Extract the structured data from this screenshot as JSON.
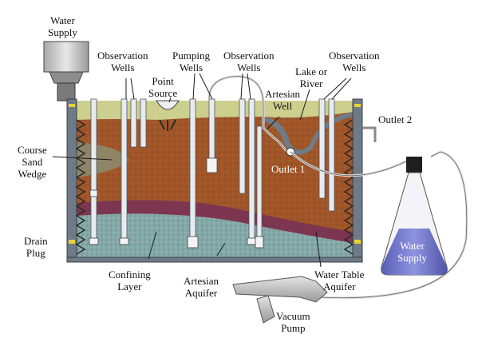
{
  "labels": {
    "water_supply_top": [
      "Water",
      "Supply"
    ],
    "observation_wells_left": [
      "Observation",
      "Wells"
    ],
    "point_source": [
      "Point",
      "Source"
    ],
    "pumping_wells": [
      "Pumping",
      "Wells"
    ],
    "observation_wells_center": [
      "Observation",
      "Wells"
    ],
    "lake_or_river": [
      "Lake or",
      "River"
    ],
    "observation_wells_right": [
      "Observation",
      "Wells"
    ],
    "artesian_well": [
      "Artesian",
      "Well"
    ],
    "outlet_2": "Outlet 2",
    "outlet_1": "Outlet 1",
    "course_sand_wedge": [
      "Course",
      "Sand",
      "Wedge"
    ],
    "drain_plug": [
      "Drain",
      "Plug"
    ],
    "confining_layer": [
      "Confining",
      "Layer"
    ],
    "artesian_aquifer": [
      "Artesian",
      "Aquifer"
    ],
    "water_table_aquifer": [
      "Water Table",
      "Aquifer"
    ],
    "water_supply_flask": [
      "Water",
      "Supply"
    ],
    "vacuum_pump": [
      "Vacuum",
      "Pump"
    ]
  },
  "colors": {
    "tank_frame": "#6e7a86",
    "brown_soil": "#a35a2a",
    "clay_top": "#cdcf8e",
    "confining_layer": "#7d3650",
    "aquifer_sand": "#7fa6a8",
    "arrows": "#2a2a2a",
    "flask_liquid": "#6a6fc4",
    "water_supply_tank": "#cccccc"
  }
}
